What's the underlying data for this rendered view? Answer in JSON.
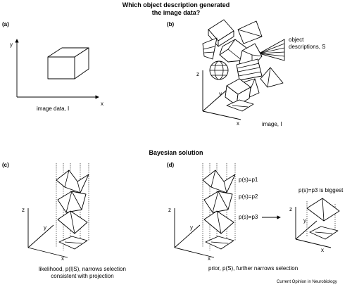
{
  "title": "Which object description generated\nthe image data?",
  "bayes_title": "Bayesian solution",
  "panels": {
    "a": {
      "label": "(a)",
      "x_axis": "x",
      "y_axis": "y",
      "caption": "image data, I"
    },
    "b": {
      "label": "(b)",
      "objects_label": "object\ndescriptions, S",
      "x_axis": "x",
      "y_axis": "y",
      "z_axis": "z",
      "caption": "image, I"
    },
    "c": {
      "label": "(c)",
      "x_axis": "x",
      "y_axis": "y",
      "z_axis": "z",
      "caption": "likelihood, p(I|S), narrows selection\nconsistent with projection"
    },
    "d": {
      "label": "(d)",
      "x_axis": "x",
      "y_axis": "y",
      "z_axis": "z",
      "priors": [
        "p(s)=p1",
        "p(s)=p2",
        "p(s)=p3"
      ],
      "result": "p(s)=p3 is biggest",
      "caption": "prior, p(S), further narrows selection"
    }
  },
  "credit": "Current Opinion in Neurobiology"
}
